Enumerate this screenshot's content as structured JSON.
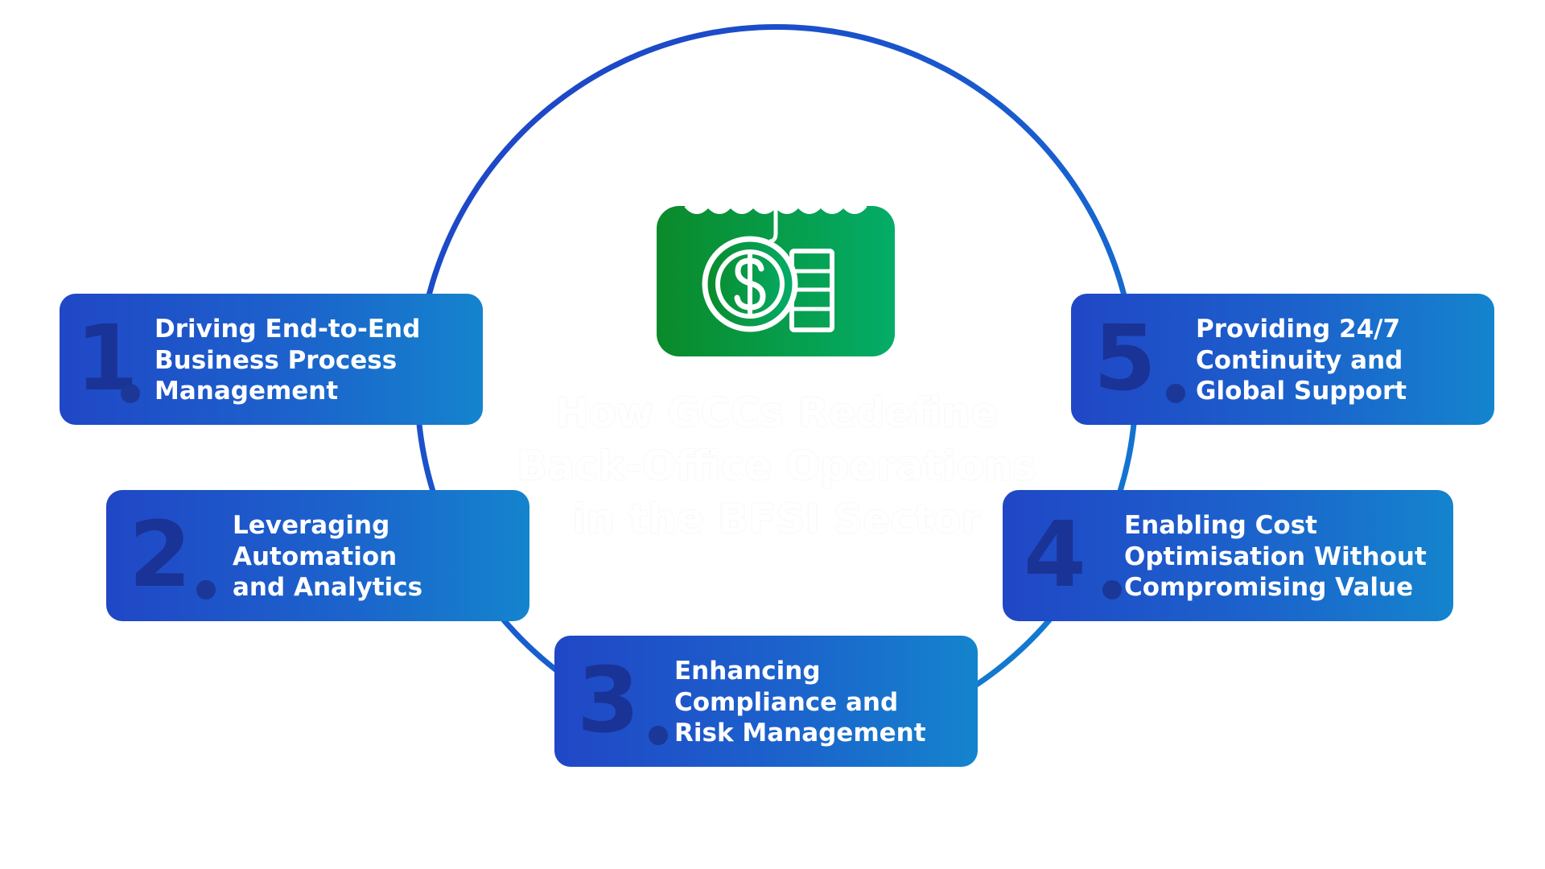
{
  "diagram": {
    "title_lines": [
      "How GCCs Redefine",
      "Back-Office Operations",
      "in the BFSI Sector"
    ],
    "center_icon": "money-protection-icon",
    "colors": {
      "ring_start": "#1f3fc4",
      "ring_end": "#0f84d0",
      "card_start": "#2047c6",
      "card_end": "#1484cd",
      "number": "#1a2f8e",
      "icon_green_start": "#0a8a2a",
      "icon_green_end": "#04ad68"
    },
    "items": [
      {
        "number": "1",
        "lines": [
          "Driving End-to-End",
          "Business Process",
          "Management"
        ]
      },
      {
        "number": "2",
        "lines": [
          "Leveraging",
          "Automation",
          "and Analytics"
        ]
      },
      {
        "number": "3",
        "lines": [
          "Enhancing",
          "Compliance and",
          "Risk Management"
        ]
      },
      {
        "number": "4",
        "lines": [
          "Enabling Cost",
          "Optimisation Without",
          "Compromising Value"
        ]
      },
      {
        "number": "5",
        "lines": [
          "Providing 24/7",
          "Continuity and",
          "Global Support"
        ]
      }
    ]
  }
}
